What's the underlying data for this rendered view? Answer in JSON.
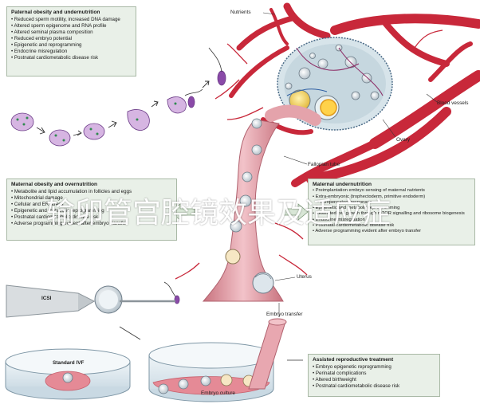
{
  "paternal": {
    "title": "Paternal obesity and undernutrition",
    "items": [
      "Reduced sperm motility, increased DNA damage",
      "Altered sperm epigenome and RNA profile",
      "Altered seminal plasma composition",
      "Reduced embryo potential",
      "Epigenetic and reprogramming",
      "Endocrine misregulation",
      "Postnatal cardiometabolic disease risk"
    ]
  },
  "maternal_ovary": {
    "title": "Maternal obesity and overnutrition",
    "items": [
      "Metabolite and lipid accumulation in follicles and eggs",
      "Mitochondrial damage",
      "Cellular and ER stress",
      "Epigenetic and metabolic reprogramming",
      "Postnatal cardiometabolic disease risk",
      "Adverse programming evident after embryo transfer"
    ]
  },
  "maternal_undernutrition": {
    "title": "Maternal undernutrition",
    "items": [
      "Preimplantation embryo sensing of maternal nutrients",
      "Extra-embryonic (trophectoderm, primitive endoderm)",
      "compensatory responses",
      "Epigenetic and metabolic reprogramming",
      "Restricted cell growth through mTOR signalling and ribosome biogenesis",
      "Endocrine misregulation",
      "Postnatal cardiometabolic disease risk",
      "Adverse programming evident after embryo transfer"
    ]
  },
  "art": {
    "title": "Assisted reproductive treatment",
    "items": [
      "Embryo epigenetic reprogramming",
      "Perinatal complications",
      "Altered birthweight",
      "Postnatal cardiometabolic disease risk"
    ]
  },
  "labels": {
    "nutrients": "Nutrients",
    "blood_vessels": "Blood vessels",
    "ovary": "Ovary",
    "fallopian_tube": "Fallopian tube",
    "uterus": "Uterus",
    "icsi": "ICSI",
    "standard_ivf": "Standard IVF",
    "embryo_culture": "Embryo culture",
    "embryo_transfer": "Embryo transfer"
  },
  "watermark": "输卵管宫腔镜效果及适应症",
  "colors": {
    "vessel": "#c8283a",
    "box_bg": "#e9f0e8",
    "sperm": "#8a4aa8",
    "tube": "#e4a3ab"
  },
  "icons": [
    "arrow-icon",
    "sperm-icon",
    "egg-icon",
    "embryo-icon",
    "petri-dish-icon"
  ]
}
